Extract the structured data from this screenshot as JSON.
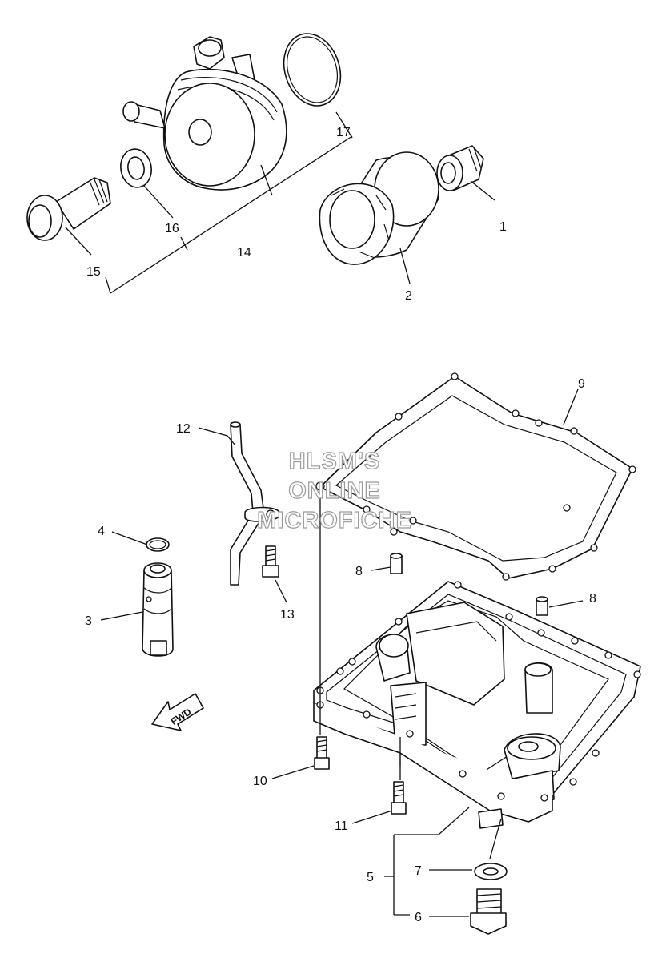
{
  "watermark": {
    "lines": [
      "HLSM'S",
      "ONLINE",
      "MICROFICHE"
    ],
    "color": "#9a9a9a"
  },
  "direction_badge": {
    "text": "FWD"
  },
  "callouts": [
    "1",
    "2",
    "3",
    "4",
    "5",
    "6",
    "7",
    "8",
    "8",
    "9",
    "10",
    "11",
    "12",
    "13",
    "14",
    "15",
    "16",
    "17"
  ],
  "colors": {
    "ink": "#111111",
    "paper": "#ffffff"
  }
}
